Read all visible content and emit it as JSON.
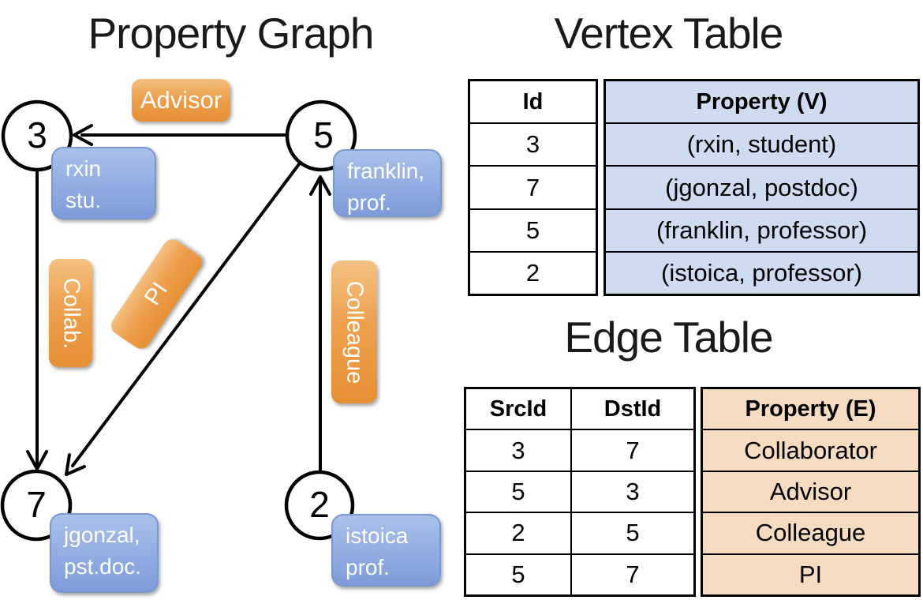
{
  "graph": {
    "title": "Property Graph",
    "vertices": [
      {
        "id": "3",
        "line1": "rxin",
        "line2": "stu."
      },
      {
        "id": "5",
        "line1": "franklin,",
        "line2": "prof."
      },
      {
        "id": "7",
        "line1": "jgonzal,",
        "line2": "pst.doc."
      },
      {
        "id": "2",
        "line1": "istoica",
        "line2": "prof."
      }
    ],
    "edges": [
      {
        "src": "5",
        "dst": "3",
        "label": "Advisor"
      },
      {
        "src": "3",
        "dst": "7",
        "label": "Collab."
      },
      {
        "src": "5",
        "dst": "7",
        "label": "PI"
      },
      {
        "src": "2",
        "dst": "5",
        "label": "Colleague"
      }
    ]
  },
  "vertex_table": {
    "title": "Vertex Table",
    "columns": [
      "Id",
      "Property (V)"
    ],
    "rows": [
      [
        "3",
        "(rxin, student)"
      ],
      [
        "7",
        "(jgonzal, postdoc)"
      ],
      [
        "5",
        "(franklin, professor)"
      ],
      [
        "2",
        "(istoica, professor)"
      ]
    ]
  },
  "edge_table": {
    "title": "Edge Table",
    "columns": [
      "SrcId",
      "DstId",
      "Property (E)"
    ],
    "rows": [
      [
        "3",
        "7",
        "Collaborator"
      ],
      [
        "5",
        "3",
        "Advisor"
      ],
      [
        "2",
        "5",
        "Colleague"
      ],
      [
        "5",
        "7",
        "PI"
      ]
    ]
  },
  "colors": {
    "edge_label_orange_top": "#f4c181",
    "edge_label_orange_bottom": "#e68f35",
    "vertex_box_blue_top": "#a9c0ea",
    "vertex_box_blue_bottom": "#7e9cda",
    "vertex_table_cell_blue": "#cfdcf0",
    "edge_table_cell_orange": "#f5dbc0",
    "line_black": "#000000"
  }
}
